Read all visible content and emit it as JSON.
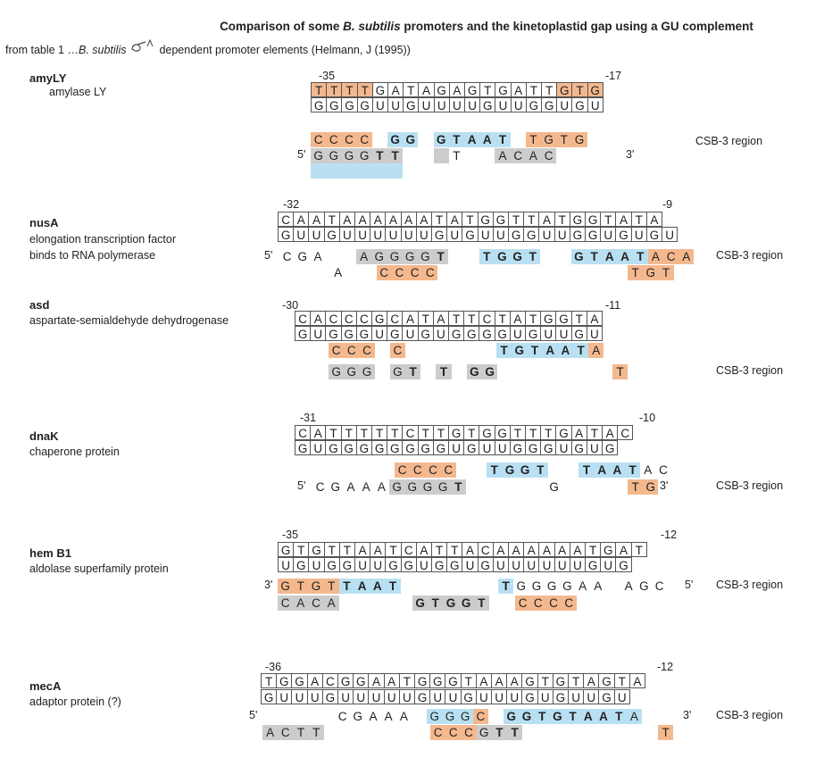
{
  "header": {
    "title": "Comparison of some B. subtilis  promoters and the kinetoplastid gap using a GU complement",
    "subtitle_prefix": "from table 1 …",
    "subtitle_species": "B. subtilis",
    "subtitle_suffix": "dependent  promoter elements (Helmann, J (1995))"
  },
  "colors": {
    "orange": "#f4b88e",
    "grey": "#cccccc",
    "blue": "#b9e0f2"
  },
  "genes": [
    {
      "name": "amyLY",
      "description": [
        "amylase LY"
      ],
      "start_label": "-35",
      "end_label": "-17",
      "region_label": "CSB-3 region",
      "top_seq": "TTTTGATAGAGTGATTGTG",
      "top_colors": "OOOOWWWWWWWWWWWWOOO",
      "gu_seq": "GGGGUUGUUUUGUUGGUGU",
      "rows": [
        {
          "text": "CCCC GG GTAAT TGTG",
          "colors": "OOOO BB BBBBB OOOO",
          "bold": "     BB BBBBB     "
        },
        {
          "text": "GGGGTT   T  ACAC",
          "colors": "GGGGGG  G   GGGG",
          "bold": "    BB           "
        },
        {
          "text": "      ",
          "colors": "BBBBBB",
          "bold": "      "
        }
      ]
    },
    {
      "name": "nusA",
      "description": [
        "elongation transcription factor",
        "binds to RNA polymerase"
      ],
      "start_label": "-32",
      "end_label": "-9",
      "region_label": "CSB-3 region",
      "top_seq": "CAATAAAAAATATGGTTATGGTATA",
      "top_colors": "WWWWWWWWWWWWWWWWWWWWWWWWW",
      "gu_seq": "GUUGUUUUUUGUGUUGGUUGGUGUGU",
      "rows": [
        {
          "text": "CGA  AGGGGT  TGGT  GTAATACA",
          "colors": "NNN  GGGGGG  BBBB  BBBBBOOO",
          "bold": "          B  BBBB  BBBBB   "
        },
        {
          "text": "A  CCCC",
          "colors": "N  OOOO",
          "bold": "       "
        },
        {
          "text": "TGT",
          "colors": "OOO",
          "bold": "   "
        }
      ]
    },
    {
      "name": "asd",
      "description": [
        "aspartate-semialdehyde dehydrogenase"
      ],
      "start_label": "-30",
      "end_label": "-11",
      "region_label": "CSB-3 region",
      "top_seq": "CACCCGCATATTCTATGGTA",
      "top_colors": "WWWWWWWWWWWWWWWWWWWW",
      "gu_seq": "GUGGGUGUGUGGGGUGUUGU",
      "rows": [
        {
          "text": "CCC C",
          "colors": "OOO O",
          "bold": "     "
        },
        {
          "text": "TGTAATA",
          "colors": "BBBBBBO",
          "bold": "BBBBBB "
        },
        {
          "text": "GGG GT T GG",
          "colors": "GGG GG G GG",
          "bold": "     B B BB"
        },
        {
          "text": "T",
          "colors": "O",
          "bold": " "
        }
      ]
    },
    {
      "name": "dnaK",
      "description": [
        "chaperone protein"
      ],
      "start_label": "-31",
      "end_label": "-10",
      "region_label": "CSB-3 region",
      "top_seq": "CATTTTTCTTGTGGTTTGATAC",
      "top_colors": "WWWWWWWWWWWWWWWWWWWWWW",
      "gu_seq": "GUGGGGGGGGUGUUGGGUGUG",
      "rows": [
        {
          "text": "CCCC  TGGT  TAATAC",
          "colors": "OOOO  BBBB  BBBBNN",
          "bold": "      BBBB  BBBB  "
        },
        {
          "text": "CGAAAGGGGT",
          "colors": "NNNNNGGGGG",
          "bold": "         B"
        },
        {
          "text": "G",
          "colors": "N",
          "bold": " "
        },
        {
          "text": "TG",
          "colors": "OO",
          "bold": "  "
        }
      ]
    },
    {
      "name": "hem B1",
      "description": [
        "aldolase superfamily protein"
      ],
      "start_label": "-35",
      "end_label": "-12",
      "region_label": "CSB-3 region",
      "top_seq": "GTGTTAATCATTACAAAAAATGAT",
      "top_colors": "WWWWWWWWWWWWWWWWWWWWWWWW",
      "gu_seq": "UGUGGUUGGUGGUGUUUUUUGUG",
      "rows": [
        {
          "text": "GTGTTAAT",
          "colors": "OOOOBBBB",
          "bold": "    BBBB"
        },
        {
          "text": "TGGGGAA AGC",
          "colors": "BNNNNNN NNN",
          "bold": "B          "
        },
        {
          "text": "CACA",
          "colors": "GGGG",
          "bold": "    "
        },
        {
          "text": "GTGGT",
          "colors": "GGGGG",
          "bold": "BBBBB"
        },
        {
          "text": "CCCC",
          "colors": "OOOO",
          "bold": "    "
        }
      ]
    },
    {
      "name": "mecA",
      "description": [
        "adaptor protein (?)"
      ],
      "start_label": "-36",
      "end_label": "-12",
      "region_label": "CSB-3 region",
      "top_seq": "TGGACGGAATGGGTAAAGTGTAGTA",
      "top_colors": "WWWWWWWWWWWWWWWWWWWWWWWWW",
      "gu_seq": "GUUUGUUUUUGUUGUUUGUGUUGU",
      "rows": [
        {
          "text": "CGAAA GGGC GGTGTAATA",
          "colors": "NNNNN BBBO BBBBBBBBB",
          "bold": "           BBBBBBBB "
        },
        {
          "text": "ACTT",
          "colors": "GGGG",
          "bold": "    "
        },
        {
          "text": "CCCGTT",
          "colors": "OOOGGG",
          "bold": "    BB"
        },
        {
          "text": "T",
          "colors": "O",
          "bold": " "
        }
      ]
    }
  ],
  "strand_labels": {
    "five": "5'",
    "three": "3'"
  }
}
